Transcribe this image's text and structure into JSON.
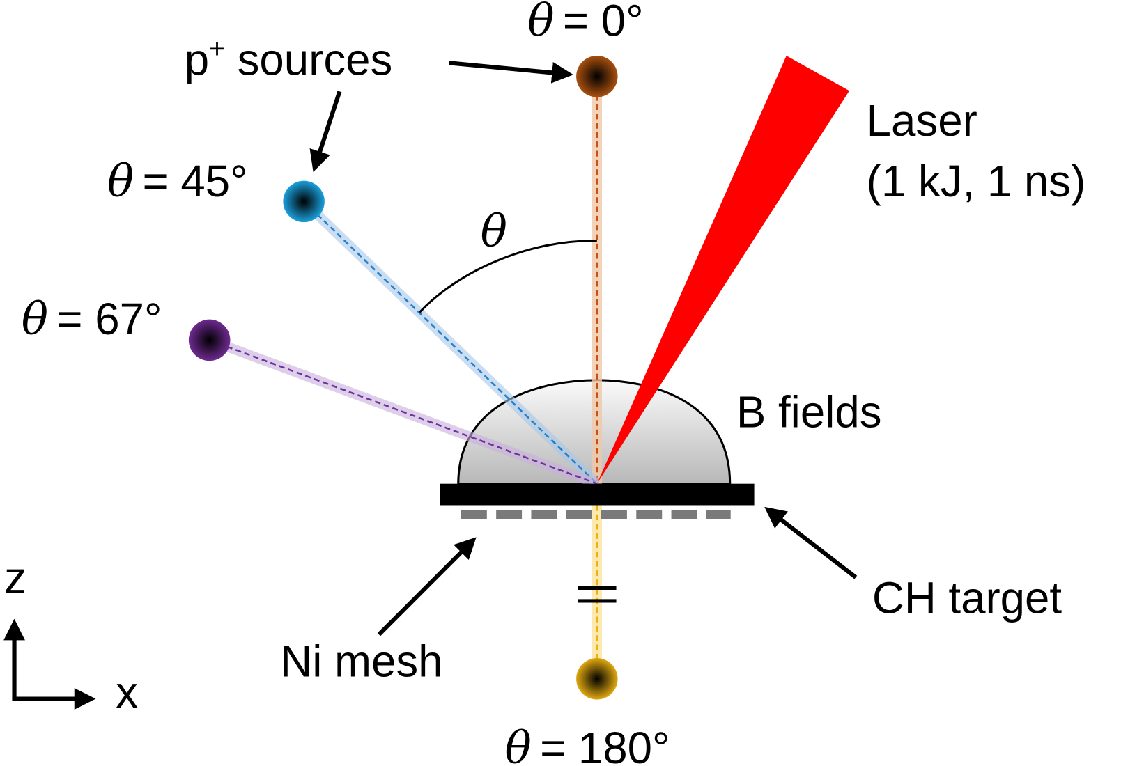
{
  "theta_symbol": "θ",
  "sources": [
    {
      "angle_deg": 0,
      "label": "= 0°",
      "color": "#9a4a10"
    },
    {
      "angle_deg": 45,
      "label": "= 45°",
      "color": "#1a9ad6"
    },
    {
      "angle_deg": 67,
      "label": "= 67°",
      "color": "#6a2a8a"
    },
    {
      "angle_deg": 180,
      "label": "= 180°",
      "color": "#d9a010"
    }
  ],
  "labels": {
    "p_sources": "p",
    "p_sup": "+",
    "p_sources_rest": " sources",
    "laser_line1": "Laser",
    "laser_line2": "(1 kJ, 1 ns)",
    "b_fields": "B fields",
    "ni_mesh": "Ni mesh",
    "ch_target": "CH target",
    "axis_z": "z",
    "axis_x": "x"
  },
  "colors": {
    "laser": "#ff0000",
    "mesh": "#7a7a7a",
    "target": "#000000"
  }
}
